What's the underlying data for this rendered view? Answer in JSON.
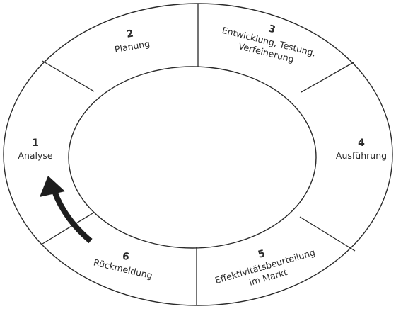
{
  "diagram": {
    "stages": [
      {
        "number": "1",
        "label_lines": [
          "Analyse"
        ]
      },
      {
        "number": "2",
        "label_lines": [
          "Planung"
        ]
      },
      {
        "number": "3",
        "label_lines": [
          "Entwicklung, Testung,",
          "Verfeinerung"
        ]
      },
      {
        "number": "4",
        "label_lines": [
          "Ausführung"
        ]
      },
      {
        "number": "5",
        "label_lines": [
          "Effektivitätsbeurteilung",
          "im Markt"
        ]
      },
      {
        "number": "6",
        "label_lines": [
          "Rückmeldung"
        ]
      }
    ],
    "colors": {
      "stroke": "#2a2a2a",
      "arrow": "#1e1e1e",
      "background": "#ffffff"
    },
    "icons": {
      "direction": "curved-arrow-icon"
    }
  }
}
